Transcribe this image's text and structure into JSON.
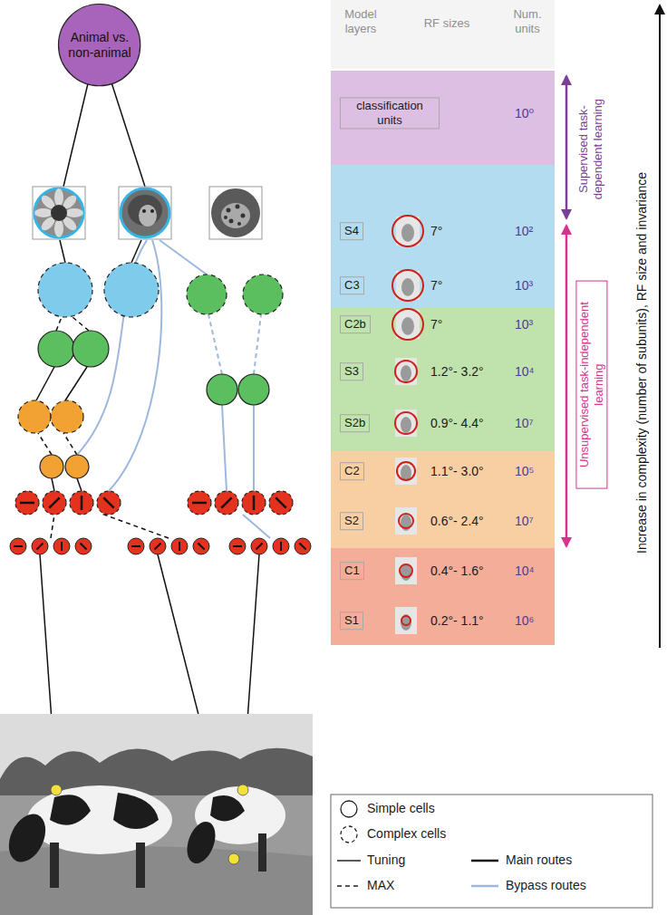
{
  "diagram": {
    "nodes": [
      {
        "text": [
          "Animal vs. non-animal"
        ]
      },
      {
        "text": [
          "classification units",
          "10⁰"
        ]
      },
      {
        "text": [
          "S4",
          "7°",
          "10²"
        ]
      },
      {
        "text": [
          "C3",
          "7°",
          "10³"
        ]
      },
      {
        "text": [
          "C2b",
          "7°",
          "10³"
        ]
      },
      {
        "text": [
          "S3",
          "1.2°- 3.2°",
          "10⁴"
        ]
      },
      {
        "text": [
          "S2b",
          "0.9°- 4.4°",
          "10⁷"
        ]
      },
      {
        "text": [
          "C2",
          "1.1°- 3.0°",
          "10⁵"
        ]
      },
      {
        "text": [
          "S2",
          "0.6°- 2.4°",
          "10⁷"
        ]
      },
      {
        "text": [
          "C1",
          "0.4°- 1.6°",
          "10⁴"
        ]
      },
      {
        "text": [
          "S1",
          "0.2°- 1.1°",
          "10⁶"
        ]
      }
    ],
    "labels": [
      "Model layers",
      "RF sizes",
      "Num. units",
      "Supervised task-dependent learning",
      "Unsupervised task-independent learning",
      "Increase in complexity (number of subunits), RF size and invariance"
    ],
    "legend": [
      {
        "text": "Simple cells"
      },
      {
        "text": "Complex cells"
      },
      {
        "text": "Tuning"
      },
      {
        "text": "Main routes"
      },
      {
        "text": "MAX"
      },
      {
        "text": "Bypass routes"
      }
    ]
  }
}
